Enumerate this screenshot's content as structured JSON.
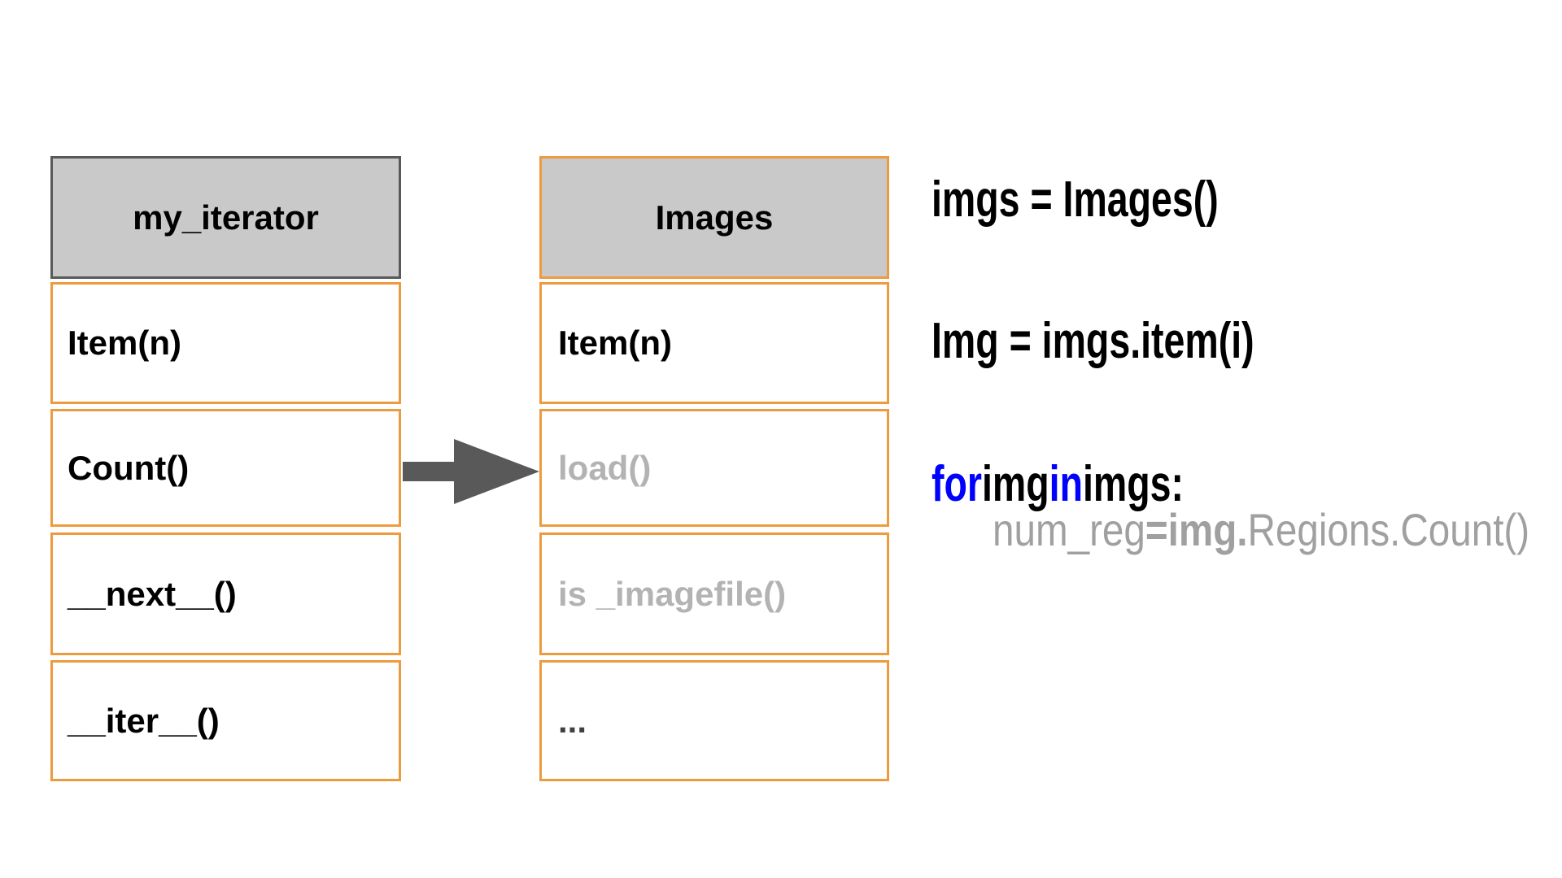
{
  "colors": {
    "header_fill": "#C9C9C9",
    "dark_border": "#595959",
    "orange_border": "#EE9B3F",
    "arrow": "#595959",
    "muted_text": "#B3B3B3",
    "code_gray": "#A0A0A0",
    "keyword_blue": "#0000FF",
    "dots_text": "#404040",
    "text": "#000000"
  },
  "left_table": {
    "title": "my_iterator",
    "rows": [
      {
        "label": "Item(n)"
      },
      {
        "label": "Count()"
      },
      {
        "label": "__next__()"
      },
      {
        "label": "__iter__()"
      }
    ]
  },
  "right_table": {
    "title": "Images",
    "rows": [
      {
        "label": "Item(n)"
      },
      {
        "label": "load()"
      },
      {
        "label": "is _imagefile()"
      },
      {
        "label": "..."
      }
    ]
  },
  "code": {
    "line1": {
      "text": "imgs = Images()"
    },
    "line2": {
      "text": "Img = imgs.item(i)"
    },
    "line3": {
      "segments": [
        {
          "text": "for",
          "color": "#0000FF",
          "bold": true
        },
        {
          "text": " img ",
          "color": "#000000",
          "bold": true
        },
        {
          "text": "in",
          "color": "#0000FF",
          "bold": true
        },
        {
          "text": " imgs:",
          "color": "#000000",
          "bold": true
        }
      ]
    },
    "line4": {
      "segments": [
        {
          "text": "num_reg ",
          "color": "#A0A0A0",
          "bold": false
        },
        {
          "text": "= ",
          "color": "#A0A0A0",
          "bold": true
        },
        {
          "text": "img.",
          "color": "#A0A0A0",
          "bold": true
        },
        {
          "text": "Regions.Count()",
          "color": "#A0A0A0",
          "bold": false
        }
      ]
    }
  }
}
